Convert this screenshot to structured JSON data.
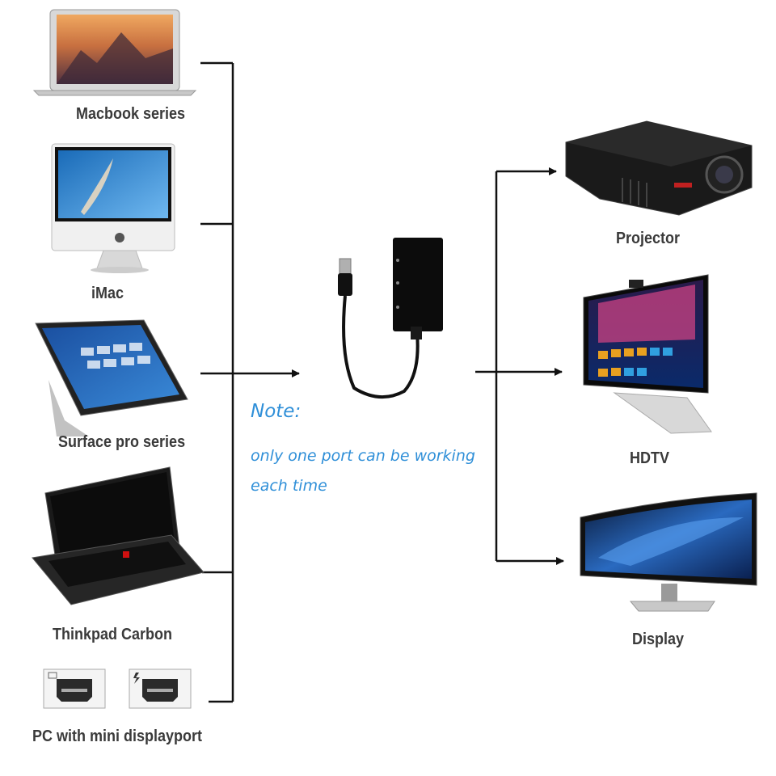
{
  "sources": [
    {
      "id": "macbook",
      "label": "Macbook series"
    },
    {
      "id": "imac",
      "label": "iMac"
    },
    {
      "id": "surface",
      "label": "Surface pro series"
    },
    {
      "id": "thinkpad",
      "label": "Thinkpad Carbon"
    },
    {
      "id": "pc",
      "label": "PC with mini displayport"
    }
  ],
  "outputs": [
    {
      "id": "projector",
      "label": "Projector"
    },
    {
      "id": "hdtv",
      "label": "HDTV"
    },
    {
      "id": "display",
      "label": "Display"
    }
  ],
  "note": {
    "title": "Note:",
    "line1": "only one port can be working",
    "line2": "each time"
  },
  "colors": {
    "note": "#2f8fd8",
    "line": "#111111",
    "label": "#3a3a3a"
  },
  "icons": [
    "laptop-icon",
    "imac-icon",
    "tablet-icon",
    "thinkpad-icon",
    "mini-displayport-icon",
    "thunderbolt-icon",
    "adapter-icon",
    "projector-icon",
    "tv-icon",
    "monitor-icon"
  ]
}
